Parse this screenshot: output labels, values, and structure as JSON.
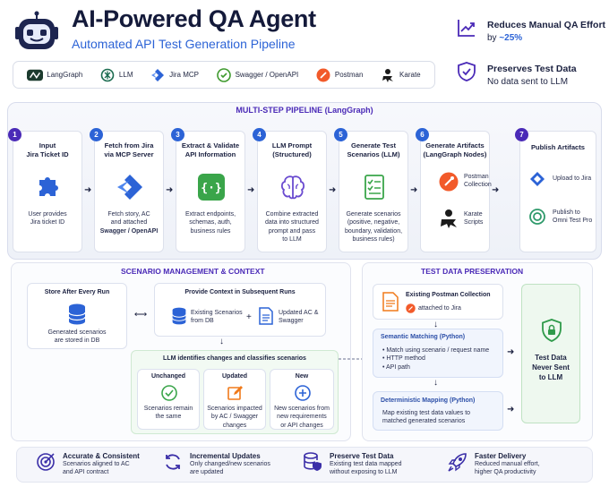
{
  "header": {
    "title": "AI-Powered QA Agent",
    "subtitle": "Automated API Test Generation Pipeline"
  },
  "tech_stack": [
    {
      "label": "LangGraph",
      "icon": "langgraph-icon"
    },
    {
      "label": "LLM",
      "icon": "openai-icon"
    },
    {
      "label": "Jira MCP",
      "icon": "jira-icon"
    },
    {
      "label": "Swagger / OpenAPI",
      "icon": "swagger-icon"
    },
    {
      "label": "Postman",
      "icon": "postman-icon"
    },
    {
      "label": "Karate",
      "icon": "karate-icon"
    }
  ],
  "benefits": [
    {
      "title": "Reduces Manual QA Effort",
      "sub_prefix": "by ",
      "sub_value": "~25%",
      "icon": "trend-chart-icon"
    },
    {
      "title": "Preserves Test Data",
      "sub": "No data sent to LLM",
      "icon": "shield-check-icon"
    }
  ],
  "pipeline": {
    "title": "MULTI-STEP PIPELINE (LangGraph)",
    "steps": [
      {
        "num": "1",
        "title_l1": "Input",
        "title_l2": "Jira Ticket ID",
        "desc": [
          "User provides",
          "Jira ticket ID"
        ],
        "icon": "puzzle-icon",
        "color": "#4a2ab7"
      },
      {
        "num": "2",
        "title_l1": "Fetch from Jira",
        "title_l2": "via MCP Server",
        "desc": [
          "Fetch story, AC",
          "and attached",
          "Swagger / OpenAPI"
        ],
        "icon": "jira-icon",
        "color": "#2c63d6"
      },
      {
        "num": "3",
        "title_l1": "Extract & Validate",
        "title_l2": "API Information",
        "desc": [
          "Extract endpoints,",
          "schemas, auth,",
          "business rules"
        ],
        "icon": "code-braces-icon",
        "color": "#2c63d6"
      },
      {
        "num": "4",
        "title_l1": "LLM Prompt",
        "title_l2": "(Structured)",
        "desc": [
          "Combine extracted",
          "data into structured",
          "prompt and pass",
          "to LLM"
        ],
        "icon": "brain-icon",
        "color": "#2c63d6"
      },
      {
        "num": "5",
        "title_l1": "Generate Test",
        "title_l2": "Scenarios (LLM)",
        "desc": [
          "Generate scenarios",
          "(positive, negative,",
          "boundary, validation,",
          "business rules)"
        ],
        "icon": "checklist-icon",
        "color": "#2c63d6"
      },
      {
        "num": "6",
        "title_l1": "Generate Artifacts",
        "title_l2": "(LangGraph Nodes)",
        "artifacts": [
          "Postman Collection",
          "Karate Scripts"
        ],
        "icon": "artifacts-icon",
        "color": "#2c63d6"
      },
      {
        "num": "7",
        "title_l1": "Publish Artifacts",
        "title_l2": "",
        "publish": [
          "Upload to Jira",
          "Publish to Omni Test Pro"
        ],
        "icon": "publish-icon",
        "color": "#4a2ab7"
      }
    ]
  },
  "scenario_mgmt": {
    "title": "SCENARIO MANAGEMENT & CONTEXT",
    "store_title": "Store After Every Run",
    "store_desc": [
      "Generated scenarios",
      "are stored in DB"
    ],
    "context_title": "Provide Context in Subsequent Runs",
    "existing": [
      "Existing Scenarios",
      "from DB"
    ],
    "plus": "+",
    "updated": [
      "Updated AC &",
      "Swagger"
    ],
    "llm_title": "LLM identifies changes and classifies scenarios",
    "classes": [
      {
        "title": "Unchanged",
        "desc": [
          "Scenarios remain",
          "the same"
        ],
        "icon": "check-circle-icon"
      },
      {
        "title": "Updated",
        "desc": [
          "Scenarios impacted",
          "by AC / Swagger",
          "changes"
        ],
        "icon": "edit-icon"
      },
      {
        "title": "New",
        "desc": [
          "New scenarios from",
          "new requirements",
          "or API changes"
        ],
        "icon": "plus-circle-icon"
      }
    ]
  },
  "test_data": {
    "title": "TEST DATA PRESERVATION",
    "collection_title": "Existing Postman Collection",
    "collection_sub": "attached to Jira",
    "semantic_title": "Semantic Matching (Python)",
    "semantic_items": [
      "• Match using scenario / request name",
      "• HTTP method",
      "• API path"
    ],
    "determ_title": "Deterministic Mapping (Python)",
    "determ_desc": [
      "Map existing test data values to",
      "matched generated scenarios"
    ],
    "never_sent": [
      "Test Data",
      "Never Sent",
      "to LLM"
    ]
  },
  "footer": [
    {
      "title": "Accurate & Consistent",
      "desc": [
        "Scenarios aligned to AC",
        "and API contract"
      ],
      "icon": "target-icon"
    },
    {
      "title": "Incremental Updates",
      "desc": [
        "Only changed/new scenarios",
        "are updated"
      ],
      "icon": "refresh-icon"
    },
    {
      "title": "Preserve Test Data",
      "desc": [
        "Existing test data mapped",
        "without exposing to LLM"
      ],
      "icon": "db-shield-icon"
    },
    {
      "title": "Faster Delivery",
      "desc": [
        "Reduced manual effort,",
        "higher QA productivity"
      ],
      "icon": "rocket-icon"
    }
  ]
}
